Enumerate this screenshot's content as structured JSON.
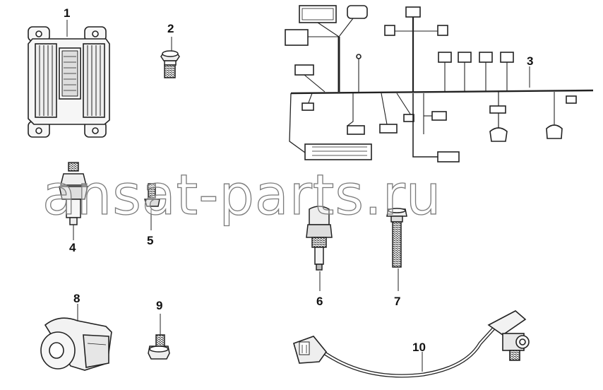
{
  "callouts": {
    "c1": "1",
    "c2": "2",
    "c3": "3",
    "c4": "4",
    "c5": "5",
    "c6": "6",
    "c7": "7",
    "c8": "8",
    "c9": "9",
    "c10": "10"
  },
  "watermark": "ansat-parts.ru",
  "colors": {
    "line": "#222222",
    "part_fill": "#f4f4f4",
    "part_shade": "#bdbdbd"
  }
}
